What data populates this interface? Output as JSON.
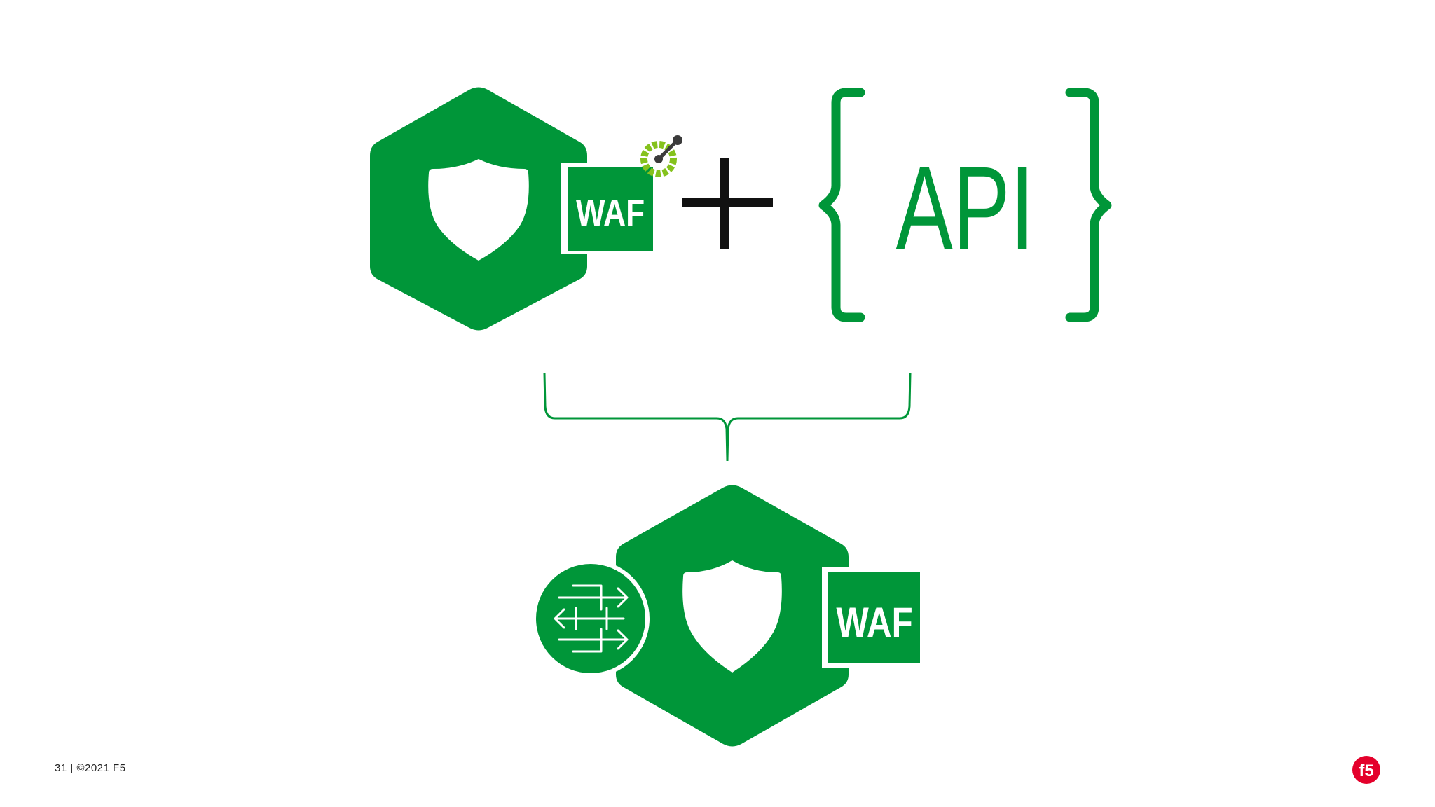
{
  "colors": {
    "brand_green": "#009639",
    "plus_black": "#111111",
    "openapi_dark": "#3b3b3b",
    "openapi_lime": "#85c21d",
    "f5_red": "#e4002b",
    "background": "#ffffff"
  },
  "top_row": {
    "waf_label": "WAF",
    "plus_symbol": "+",
    "api_label": "API"
  },
  "bottom_row": {
    "waf_label": "WAF"
  },
  "footer": {
    "slide_number": "31",
    "separator": "|",
    "copyright": "©2021 F5"
  },
  "logo": {
    "text": "f5"
  },
  "icons": {
    "top_hexagon": "hexagon-icon",
    "top_shield": "shield-icon",
    "openapi_badge": "openapi-icon",
    "bottom_hexagon": "hexagon-icon",
    "bottom_shield": "shield-icon",
    "gateway": "api-gateway-arrows-icon",
    "merge_bracket": "curly-bracket-icon"
  }
}
